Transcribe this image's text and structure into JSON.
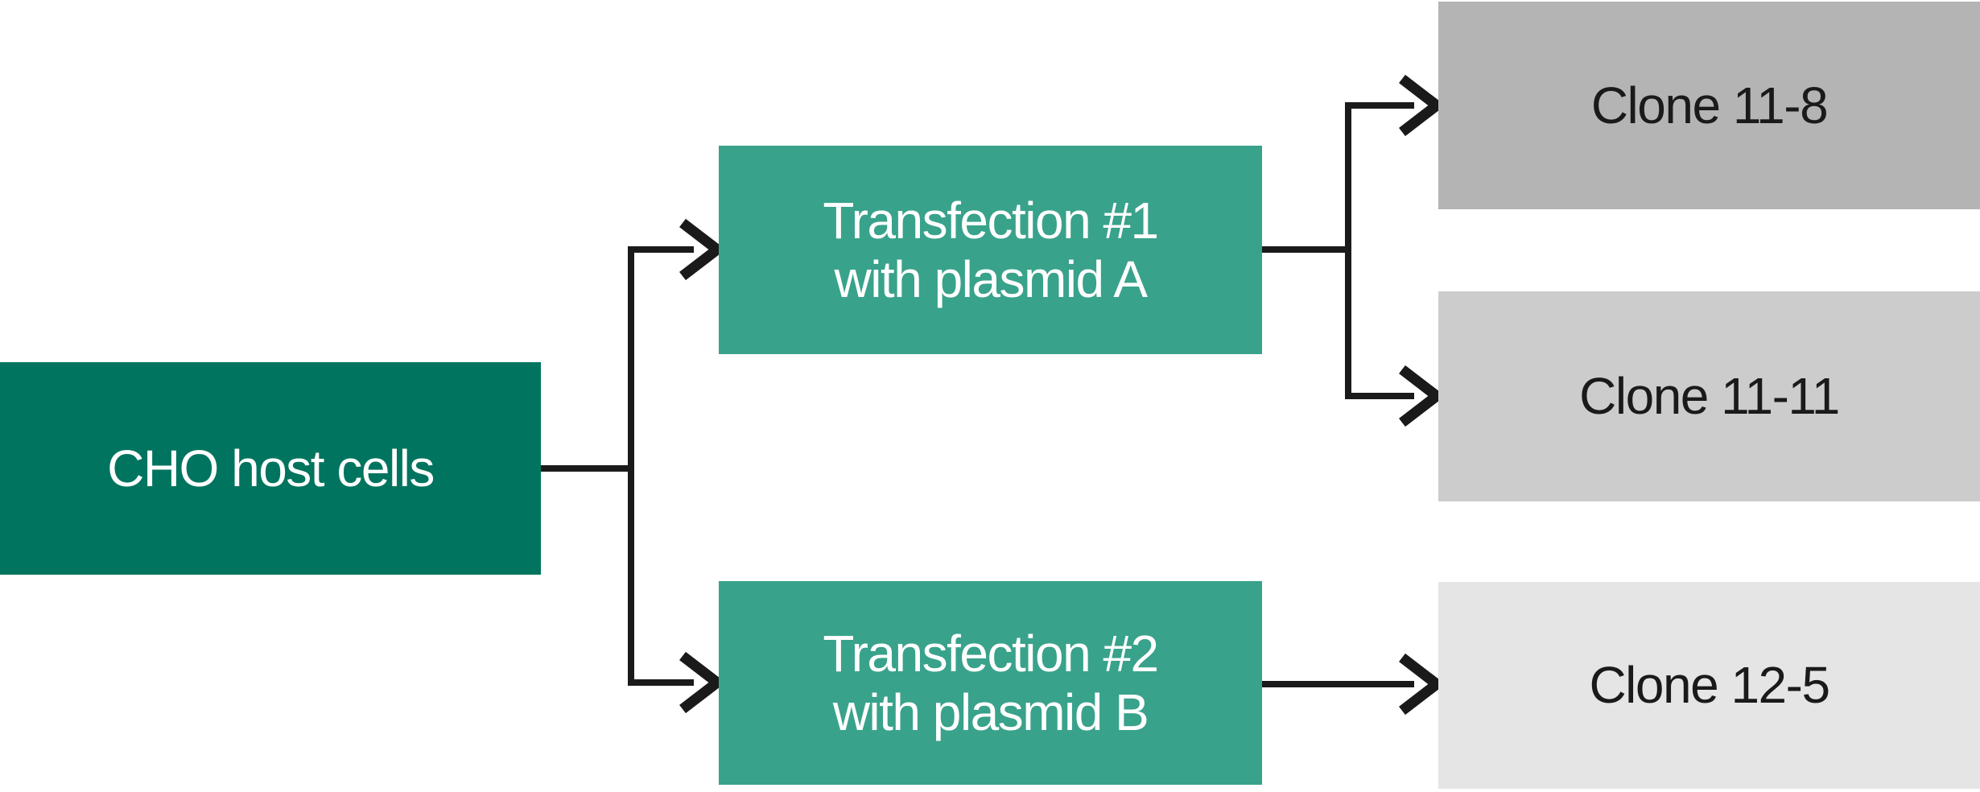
{
  "colors": {
    "root_box_bg": "#00745e",
    "transfection_box_bg": "#39a28b",
    "clone_box_1_bg": "#b4b4b4",
    "clone_box_2_bg": "#cccccc",
    "clone_box_3_bg": "#e5e5e5",
    "line_color": "#1a1a1a",
    "box_text_light": "#ffffff",
    "box_text_dark": "#1a1a1a"
  },
  "nodes": {
    "root": {
      "label": "CHO host cells"
    },
    "transfection1": {
      "line1": "Transfection #1",
      "line2": "with plasmid A"
    },
    "transfection2": {
      "line1": "Transfection #2",
      "line2": "with plasmid B"
    },
    "clone_11_8": {
      "label": "Clone 11-8"
    },
    "clone_11_11": {
      "label": "Clone 11-11"
    },
    "clone_12_5": {
      "label": "Clone 12-5"
    }
  }
}
